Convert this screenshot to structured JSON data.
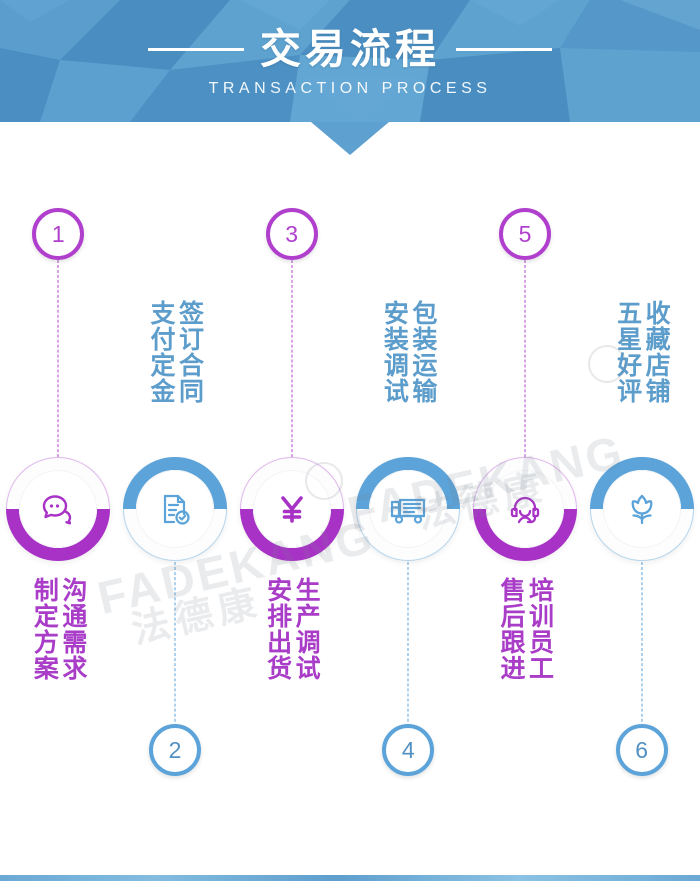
{
  "header": {
    "title_cn": "交易流程",
    "title_en": "TRANSACTION PROCESS",
    "accent_blue": "#4f93c6"
  },
  "theme": {
    "purple": "#a93dc8",
    "blue": "#5ba3d9",
    "header_blue": "#4f93c6",
    "text_blue": "#5d9dcb"
  },
  "watermark": {
    "brand_en": "FADEKANG",
    "brand_cn": "法德康"
  },
  "steps": [
    {
      "number": "1",
      "number_position": "top",
      "color": "purple",
      "icon": "chat-bubble-icon",
      "label_position": "bottom",
      "lines": [
        "沟通需求",
        "制定方案"
      ]
    },
    {
      "number": "2",
      "number_position": "bottom",
      "color": "blue",
      "icon": "contract-document-icon",
      "label_position": "top",
      "lines": [
        "签订合同",
        "支付定金"
      ]
    },
    {
      "number": "3",
      "number_position": "top",
      "color": "purple",
      "icon": "yen-currency-icon",
      "label_position": "bottom",
      "lines": [
        "生产调试",
        "安排出货"
      ]
    },
    {
      "number": "4",
      "number_position": "bottom",
      "color": "blue",
      "icon": "delivery-truck-icon",
      "label_position": "top",
      "lines": [
        "包装运输",
        "安装调试"
      ]
    },
    {
      "number": "5",
      "number_position": "top",
      "color": "purple",
      "icon": "headset-support-icon",
      "label_position": "bottom",
      "lines": [
        "培训员工",
        "售后跟进"
      ]
    },
    {
      "number": "6",
      "number_position": "bottom",
      "color": "blue",
      "icon": "flower-tulip-icon",
      "label_position": "top",
      "lines": [
        "收藏店铺",
        "五星好评"
      ]
    }
  ]
}
